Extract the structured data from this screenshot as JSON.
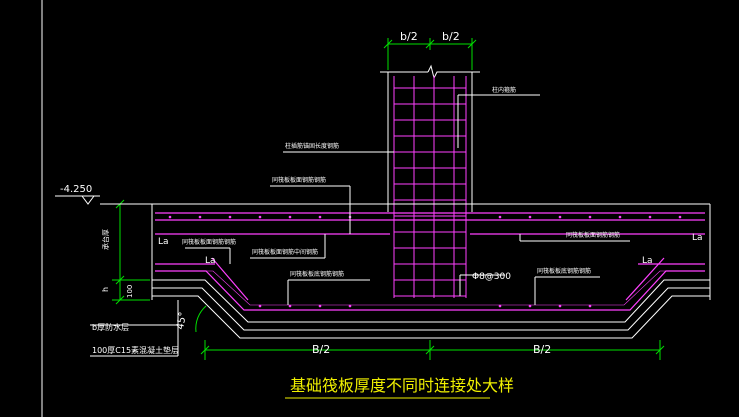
{
  "title": "基础筏板厚度不同时连接处大样",
  "dims": {
    "top_left_half": "b/2",
    "top_right_half": "b/2",
    "bottom_left_half": "B/2",
    "bottom_right_half": "B/2"
  },
  "elevation": "-4.250",
  "vertical_dim_thickness": "承台厚",
  "vertical_dim_h": "h",
  "vertical_dim_100": "100",
  "angle": "45°",
  "anchor_labels": [
    "La",
    "La",
    "La",
    "La"
  ],
  "annotations": {
    "column_rebar": "柱内箍筋",
    "column_longitudinal": "柱插筋锚固长度钢筋",
    "thin_top_rebar": "同筏板板面钢筋钢筋",
    "thin_top_rebar_left": "同筏板板面钢筋钢筋",
    "thin_mid_rebar": "同筏板板面钢筋中间钢筋",
    "thick_bottom_rebar": "同筏板板底钢筋钢筋",
    "right_top_rebar": "同筏板板面钢筋钢筋",
    "right_bottom_rebar": "同筏板板底钢筋钢筋",
    "stirrup": "Φ8@300"
  },
  "notes": {
    "waterproof": "b厚防水层",
    "cushion": "100厚C15素混凝土垫层"
  },
  "colors": {
    "background": "#000000",
    "rebar": "#ff40ff",
    "outline": "#ffffff",
    "dimension": "#00e000",
    "text": "#ffffff",
    "title": "#f0f000"
  }
}
